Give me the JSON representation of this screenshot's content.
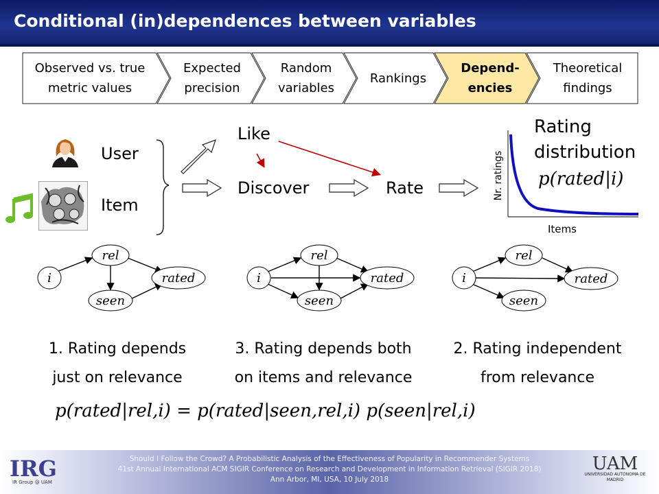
{
  "title": "Conditional (in)dependences between variables",
  "steps": [
    {
      "label": "Observed vs. true\nmetric values",
      "active": false
    },
    {
      "label": "Expected\nprecision",
      "active": false
    },
    {
      "label": "Random\nvariables",
      "active": false
    },
    {
      "label": "Rankings",
      "active": false
    },
    {
      "label": "Depend-\nencies",
      "active": true
    },
    {
      "label": "Theoretical\nfindings",
      "active": false
    }
  ],
  "colors": {
    "header": "#1f3490",
    "active_step": "#fde9a3",
    "red_arrow": "#c00000",
    "curve": "#1010c0"
  },
  "model": {
    "user": "User",
    "item": "Item",
    "like": "Like",
    "discover": "Discover",
    "rate": "Rate",
    "icons": [
      "user-avatar-icon",
      "music-note-icon",
      "album-cover-image"
    ]
  },
  "chart": {
    "title_line1": "Rating",
    "title_line2": "distribution",
    "formula": "p(rated|i)",
    "ylabel": "Nr. ratings",
    "xlabel": "Items"
  },
  "graphs": {
    "node_i": "i",
    "node_rel": "rel",
    "node_seen": "seen",
    "node_rated": "rated",
    "captions": [
      "1. Rating depends\njust on relevance",
      "3. Rating depends both\non items and relevance",
      "2. Rating independent\nfrom relevance"
    ]
  },
  "main_formula": "p(rated|rel,i) = p(rated|seen,rel,i) p(seen|rel,i)",
  "footer": {
    "line1": "Should I Follow the Crowd? A Probabilistic Analysis of the Effectiveness of Popularity in Recommender Systems",
    "line2": "41st Annual International ACM SIGIR Conference on Research and Development in Information Retrieval (SIGIR 2018)",
    "line3": "Ann Arbor, MI, USA, 10 July 2018",
    "irg_logo": "IRG",
    "irg_sub": "IR Group @ UAM",
    "uam_logo": "UAM",
    "uam_name": "UNIVERSIDAD AUTONOMA DE MADRID"
  }
}
